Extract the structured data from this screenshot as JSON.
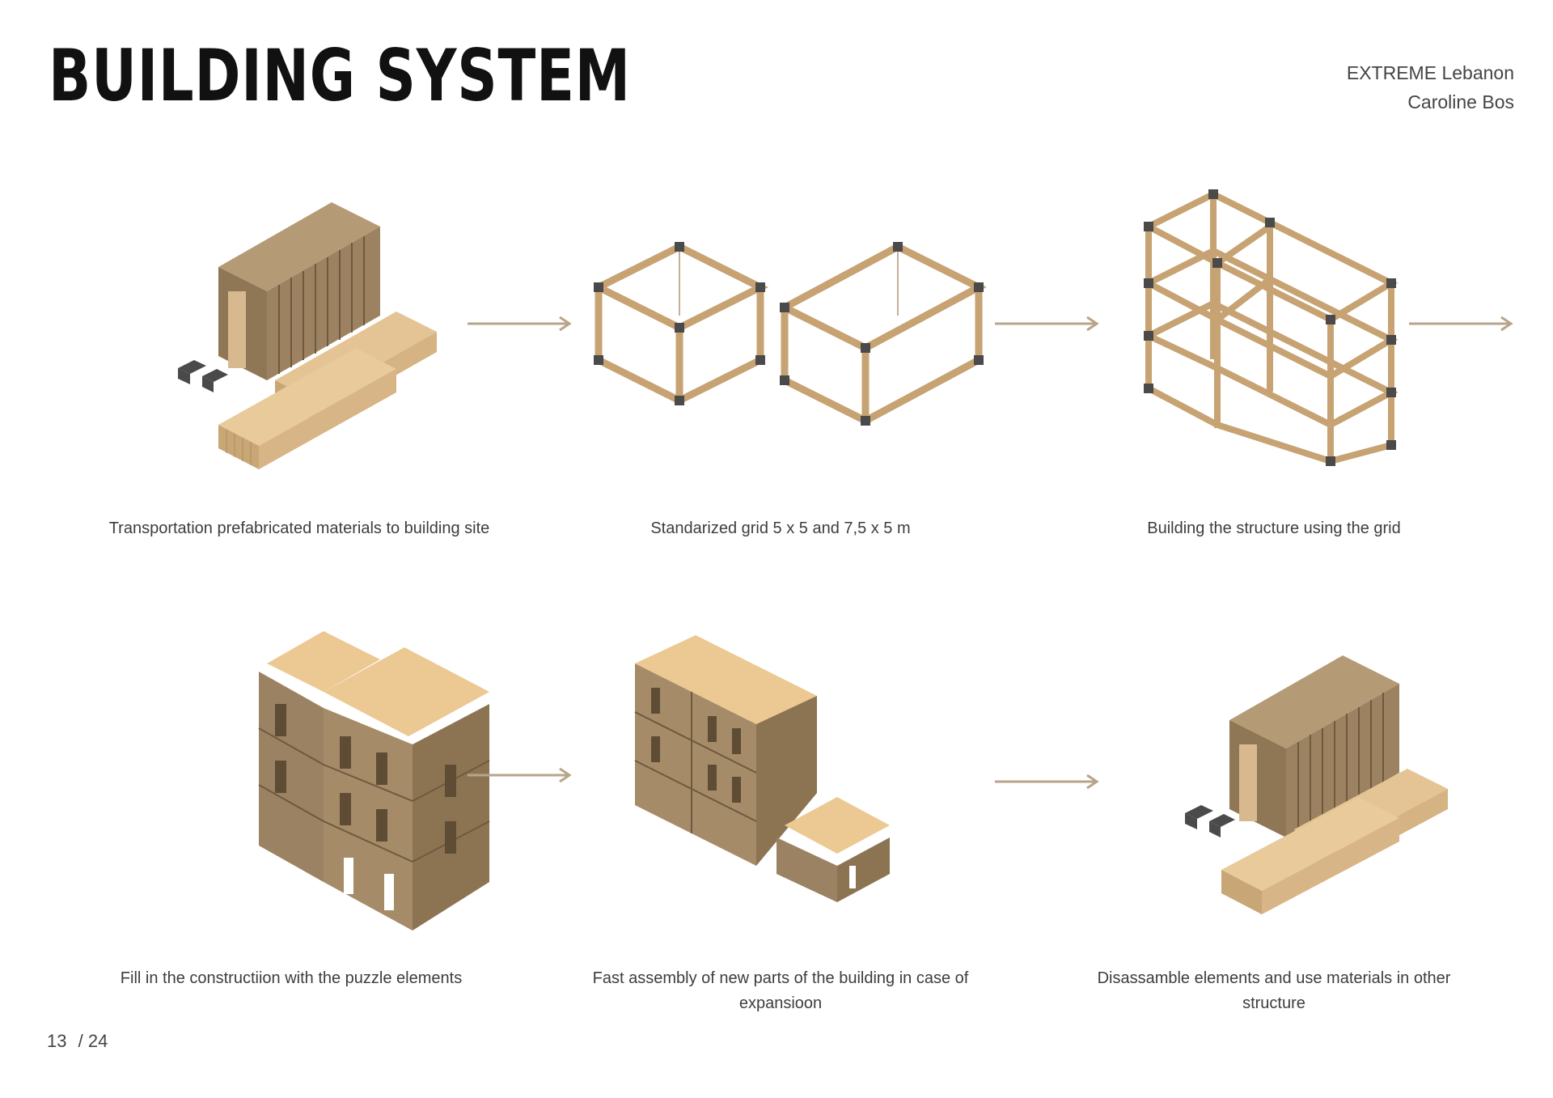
{
  "header": {
    "title": "BUILDING SYSTEM",
    "project": "EXTREME Lebanon",
    "author": "Caroline Bos"
  },
  "steps": [
    {
      "caption": "Transportation prefabricated materials to building site"
    },
    {
      "caption": "Standarized grid 5 x 5 and 7,5 x 5 m"
    },
    {
      "caption": "Building the structure using the grid"
    },
    {
      "caption": "Fill in the constructiion with the puzzle elements"
    },
    {
      "caption": "Fast assembly  of new parts of the building in case of expansioon"
    },
    {
      "caption": "Disassamble elements and use  materials in other structure"
    }
  ],
  "pager": {
    "current": "13",
    "separator": "/",
    "total": "24"
  },
  "colors": {
    "wood_light": "#e7c9a0",
    "wood_mid": "#b89a72",
    "wood_dark": "#8a7150",
    "joint": "#4a4a4a",
    "arrow": "#b8a48a"
  }
}
